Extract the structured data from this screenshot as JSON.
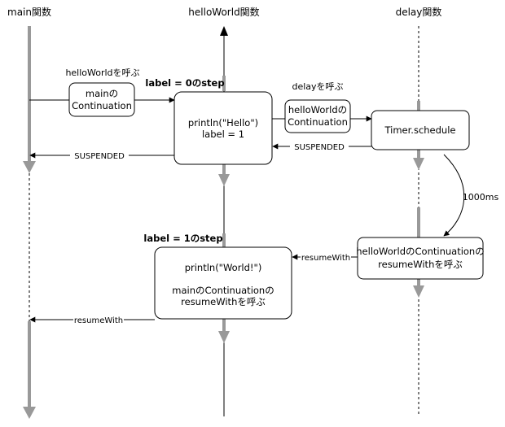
{
  "headers": {
    "main": "main関数",
    "helloWorld": "helloWorld関数",
    "delay": "delay関数"
  },
  "labels": {
    "call_helloworld": "helloWorldを呼ぶ",
    "call_delay": "delayを呼ぶ",
    "step0": "label = 0のstep",
    "step1": "label = 1のstep",
    "suspended_main": "SUSPENDED",
    "suspended_delay": "SUSPENDED",
    "resume_from_delay": "resumeWith",
    "resume_to_main": "resumeWith",
    "timer_delay": "1000ms"
  },
  "boxes": {
    "main_cont": [
      "mainの",
      "Continuation"
    ],
    "hw_cont": [
      "helloWorldの",
      "Continuation"
    ],
    "step0_body": [
      "println(\"Hello\")",
      "label = 1"
    ],
    "timer": [
      "Timer.schedule"
    ],
    "resume_call": [
      "helloWorldのContinuationの",
      "resumeWithを呼ぶ"
    ],
    "step1_body": [
      "println(\"World!\")",
      "",
      "mainのContinuationの",
      "resumeWithを呼ぶ"
    ]
  }
}
